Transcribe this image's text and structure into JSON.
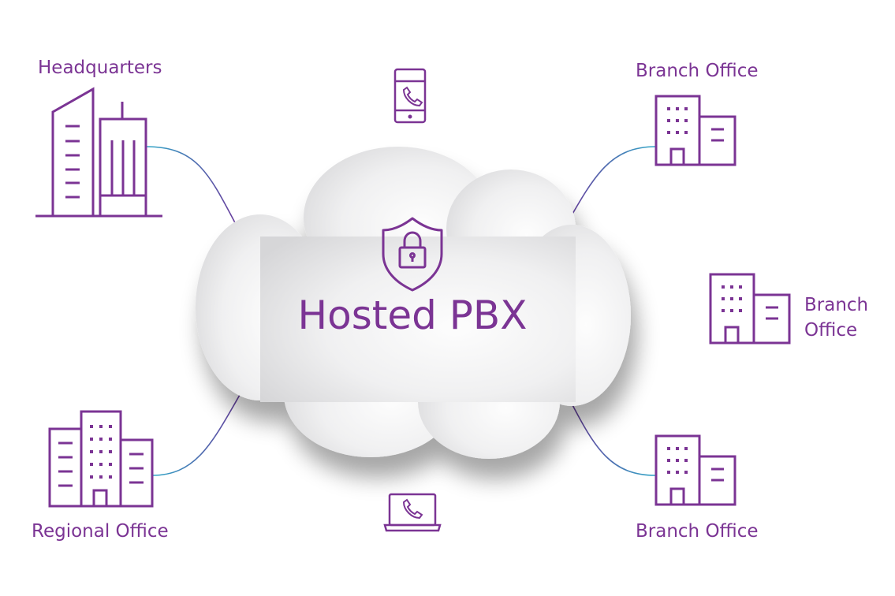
{
  "colors": {
    "primary": "#7B3494",
    "connector_start": "#2FA8C8",
    "connector_end": "#6A3A9C",
    "cloud_light": "#FAFAFA",
    "cloud_dark": "#D8D8DA"
  },
  "cloud": {
    "title": "Hosted PBX",
    "icon": "shield-lock-icon"
  },
  "devices": {
    "top": {
      "icon": "smartphone-phone-icon"
    },
    "bottom": {
      "icon": "laptop-phone-icon"
    }
  },
  "nodes": {
    "headquarters": {
      "label": "Headquarters",
      "icon": "headquarters-building-icon"
    },
    "regional_office": {
      "label": "Regional Office",
      "icon": "regional-office-buildings-icon"
    },
    "branch_top": {
      "label": "Branch Office",
      "icon": "branch-office-building-icon"
    },
    "branch_middle": {
      "label_line1": "Branch",
      "label_line2": "Office",
      "icon": "branch-office-building-icon"
    },
    "branch_bottom": {
      "label": "Branch Office",
      "icon": "branch-office-building-icon"
    }
  }
}
